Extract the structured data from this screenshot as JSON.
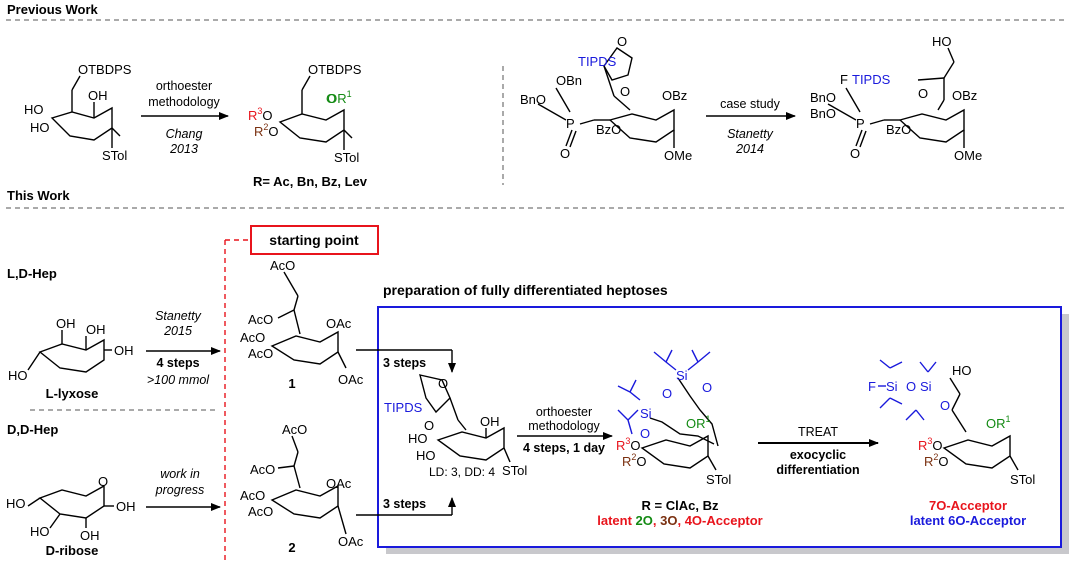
{
  "headings": {
    "previous": "Previous Work",
    "this_work": "This Work"
  },
  "prev": {
    "chang_sm": {
      "otbdps": "OTBDPS",
      "ho": "HO",
      "oh": "OH",
      "stol": "STol"
    },
    "chang_arrow": {
      "l1": "orthoester",
      "l2": "methodology",
      "l3": "Chang",
      "l4": "2013"
    },
    "chang_prod": {
      "otbdps": "OTBDPS",
      "or": "OR",
      "r1": "1",
      "r3": "R",
      "s3": "3",
      "r2": "R",
      "s2": "2",
      "o": "O",
      "stol": "STol",
      "legend": "R= Ac, Bn, Bz, Lev"
    },
    "stan_sm": {
      "tipds": "TIPDS",
      "obn": "OBn",
      "bno": "BnO",
      "p": "P",
      "o": "O",
      "obz": "OBz",
      "bzo": "BzO",
      "ome": "OMe"
    },
    "stan_arrow": {
      "l1": "case study",
      "l2": "Stanetty",
      "l3": "2014"
    },
    "stan_prod": {
      "ho": "HO",
      "f": "F",
      "tipds": "TIPDS",
      "bno": "BnO",
      "p": "P",
      "o": "O",
      "obz": "OBz",
      "bzo": "BzO",
      "ome": "OMe"
    }
  },
  "this": {
    "starting_point": "starting point",
    "ld_hep": "L,D-Hep",
    "dd_hep": "D,D-Hep",
    "lyxose": {
      "oh": "OH",
      "ho": "HO",
      "name": "L-lyxose"
    },
    "arrow1": {
      "l1": "Stanetty",
      "l2": "2015",
      "l3": "4 steps",
      "l4": ">100 mmol"
    },
    "ribose": {
      "oh": "OH",
      "ho": "HO",
      "o": "O",
      "name": "D-ribose"
    },
    "arrow2": {
      "l1": "work in",
      "l2": "progress"
    },
    "c1": {
      "aco": "AcO",
      "oac": "OAc",
      "label": "1"
    },
    "c2": {
      "aco": "AcO",
      "oac": "OAc",
      "label": "2"
    },
    "prep_title": "preparation of fully differentiated heptoses",
    "three_steps": "3 steps",
    "c34": {
      "tipds": "TIPDS",
      "o": "O",
      "ho": "HO",
      "oh": "OH",
      "stol": "STol",
      "label": "LD: 3, DD: 4"
    },
    "arrow3": {
      "l1": "orthoester",
      "l2": "methodology",
      "l3": "4 steps, 1 day"
    },
    "c5": {
      "si": "Si",
      "o": "O",
      "or": "OR",
      "r1": "1",
      "r3": "R",
      "s3": "3",
      "r2": "R",
      "s2": "2",
      "stol": "STol",
      "legend": "R = ClAc, Bz",
      "latent_pre": "latent ",
      "n2": "2O",
      "sep1": ", ",
      "n3": "3O",
      "sep2": ", ",
      "n4": "4O",
      "suffix": "-Acceptor"
    },
    "arrow4": {
      "l1": "TREAT",
      "l2": "exocyclic",
      "l3": "differentiation"
    },
    "c6": {
      "f": "F",
      "si": "Si",
      "o": "O",
      "ho": "HO",
      "or": "OR",
      "r1": "1",
      "r3": "R",
      "s3": "3",
      "r2": "R",
      "s2": "2",
      "stol": "STol",
      "acc7": "7O-Acceptor",
      "acc6": "latent 6O-Acceptor"
    }
  },
  "colors": {
    "red": "#e8141c",
    "blue": "#1a1adc",
    "green": "#138a13",
    "brown": "#7a3010",
    "box": "#1a1adc",
    "shadow": "#c8c8cc",
    "dash": "#555555"
  }
}
